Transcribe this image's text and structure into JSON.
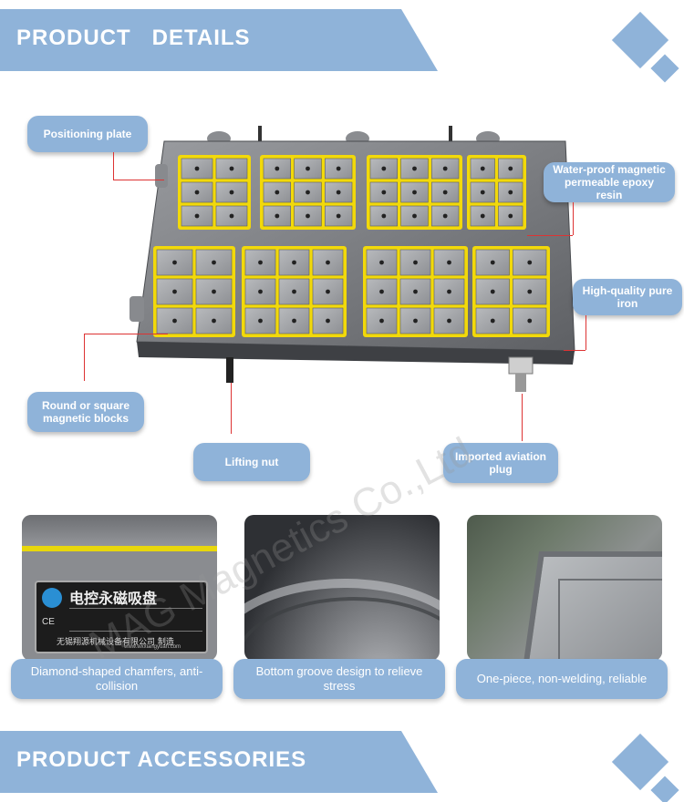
{
  "header": {
    "title": "PRODUCT   DETAILS"
  },
  "callouts": {
    "positioning_plate": "Positioning plate",
    "epoxy_resin": "Water-proof magnetic permeable epoxy resin",
    "pure_iron": "High-quality pure iron",
    "magnetic_blocks": "Round or square magnetic blocks",
    "lifting_nut": "Lifting nut",
    "aviation_plug": "Imported aviation plug"
  },
  "nameplate": {
    "title": "电控永磁吸盘",
    "ce": "CE",
    "company": "无锡翔源机械设备有限公司  制造",
    "website": "www.wxxiangyuan.com"
  },
  "features": [
    {
      "caption": "Diamond-shaped chamfers, anti-collision"
    },
    {
      "caption": "Bottom groove design to relieve stress"
    },
    {
      "caption": "One-piece, non-welding, reliable"
    }
  ],
  "watermark": "MAG Magnetics Co.,Ltd",
  "footer": {
    "title": "PRODUCT ACCESSORIES"
  },
  "colors": {
    "accent": "#8fb3d9",
    "leader_line": "#dd3333",
    "epoxy": "#f2d90a",
    "steel": "#7a7c80"
  }
}
